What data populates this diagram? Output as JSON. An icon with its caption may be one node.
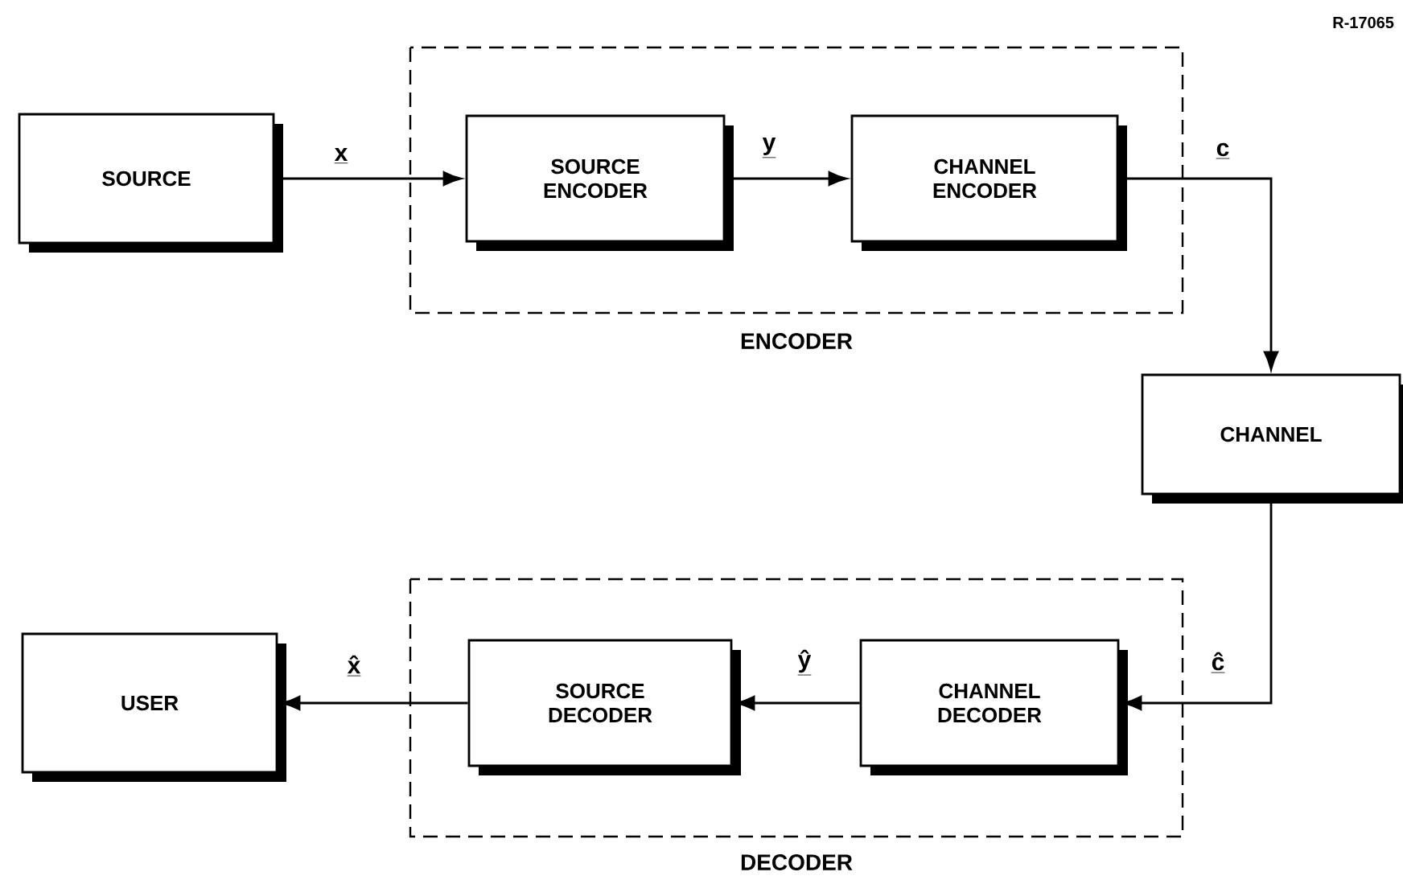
{
  "diagram": {
    "nodes": [
      {
        "text": [
          "SOURCE"
        ]
      },
      {
        "text": [
          "ENCODER"
        ]
      },
      {
        "text": [
          "SOURCE ENCODER"
        ],
        "in": 1
      },
      {
        "text": [
          "CHANNEL ENCODER"
        ],
        "in": 1
      },
      {
        "text": [
          "CHANNEL"
        ]
      },
      {
        "text": [
          "USER"
        ]
      },
      {
        "text": [
          "DECODER"
        ]
      },
      {
        "text": [
          "SOURCE DECODER"
        ],
        "in": 6
      },
      {
        "text": [
          "CHANNEL DECODER"
        ],
        "in": 6
      }
    ],
    "edges": [
      {
        "from": 0,
        "to": 2,
        "arrow": "to",
        "label": "x"
      },
      {
        "from": 2,
        "to": 3,
        "arrow": "to",
        "label": "y"
      },
      {
        "from": 3,
        "to": 4,
        "arrow": "to",
        "label": "c"
      },
      {
        "from": 4,
        "to": 8,
        "arrow": "to",
        "label": "ĉ"
      },
      {
        "from": 8,
        "to": 7,
        "arrow": "to",
        "label": "ŷ"
      },
      {
        "from": 7,
        "to": 5,
        "arrow": "to",
        "label": "x̂"
      }
    ],
    "labels": [
      "R-17065"
    ]
  }
}
